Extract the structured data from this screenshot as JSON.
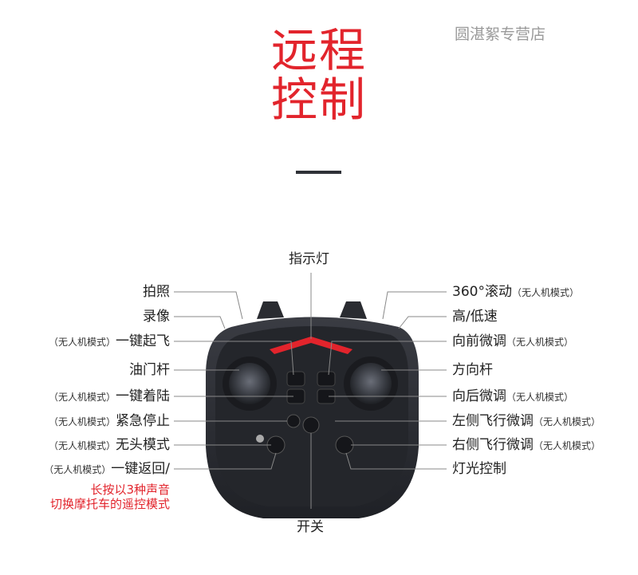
{
  "header": {
    "title_line1": "远程",
    "title_line2": "控制",
    "store": "圆湛絮专营店"
  },
  "labels": {
    "top": "指示灯",
    "bottom": "开关",
    "left": [
      {
        "main": "拍照",
        "note": ""
      },
      {
        "main": "录像",
        "note": ""
      },
      {
        "main": "一键起飞",
        "note": "（无人机模式）"
      },
      {
        "main": "油门杆",
        "note": ""
      },
      {
        "main": "一键着陆",
        "note": "（无人机模式）"
      },
      {
        "main": "紧急停止",
        "note": "（无人机模式）"
      },
      {
        "main": "无头模式",
        "note": "（无人机模式）"
      },
      {
        "main": "一键返回/",
        "note": "（无人机模式）"
      }
    ],
    "left_red_line1": "长按以3种声音",
    "left_red_line2": "切换摩托车的遥控模式",
    "right": [
      {
        "main": "360°滚动",
        "note": "（无人机模式）"
      },
      {
        "main": "高/低速",
        "note": ""
      },
      {
        "main": "向前微调",
        "note": "（无人机模式）"
      },
      {
        "main": "方向杆",
        "note": ""
      },
      {
        "main": "向后微调",
        "note": "（无人机模式）"
      },
      {
        "main": "左侧飞行微调",
        "note": "（无人机模式）"
      },
      {
        "main": "右侧飞行微调",
        "note": "（无人机模式）"
      },
      {
        "main": "灯光控制",
        "note": ""
      }
    ]
  },
  "colors": {
    "accent": "#e2242c",
    "controller_body": "#2b2d33",
    "line": "#888888"
  }
}
